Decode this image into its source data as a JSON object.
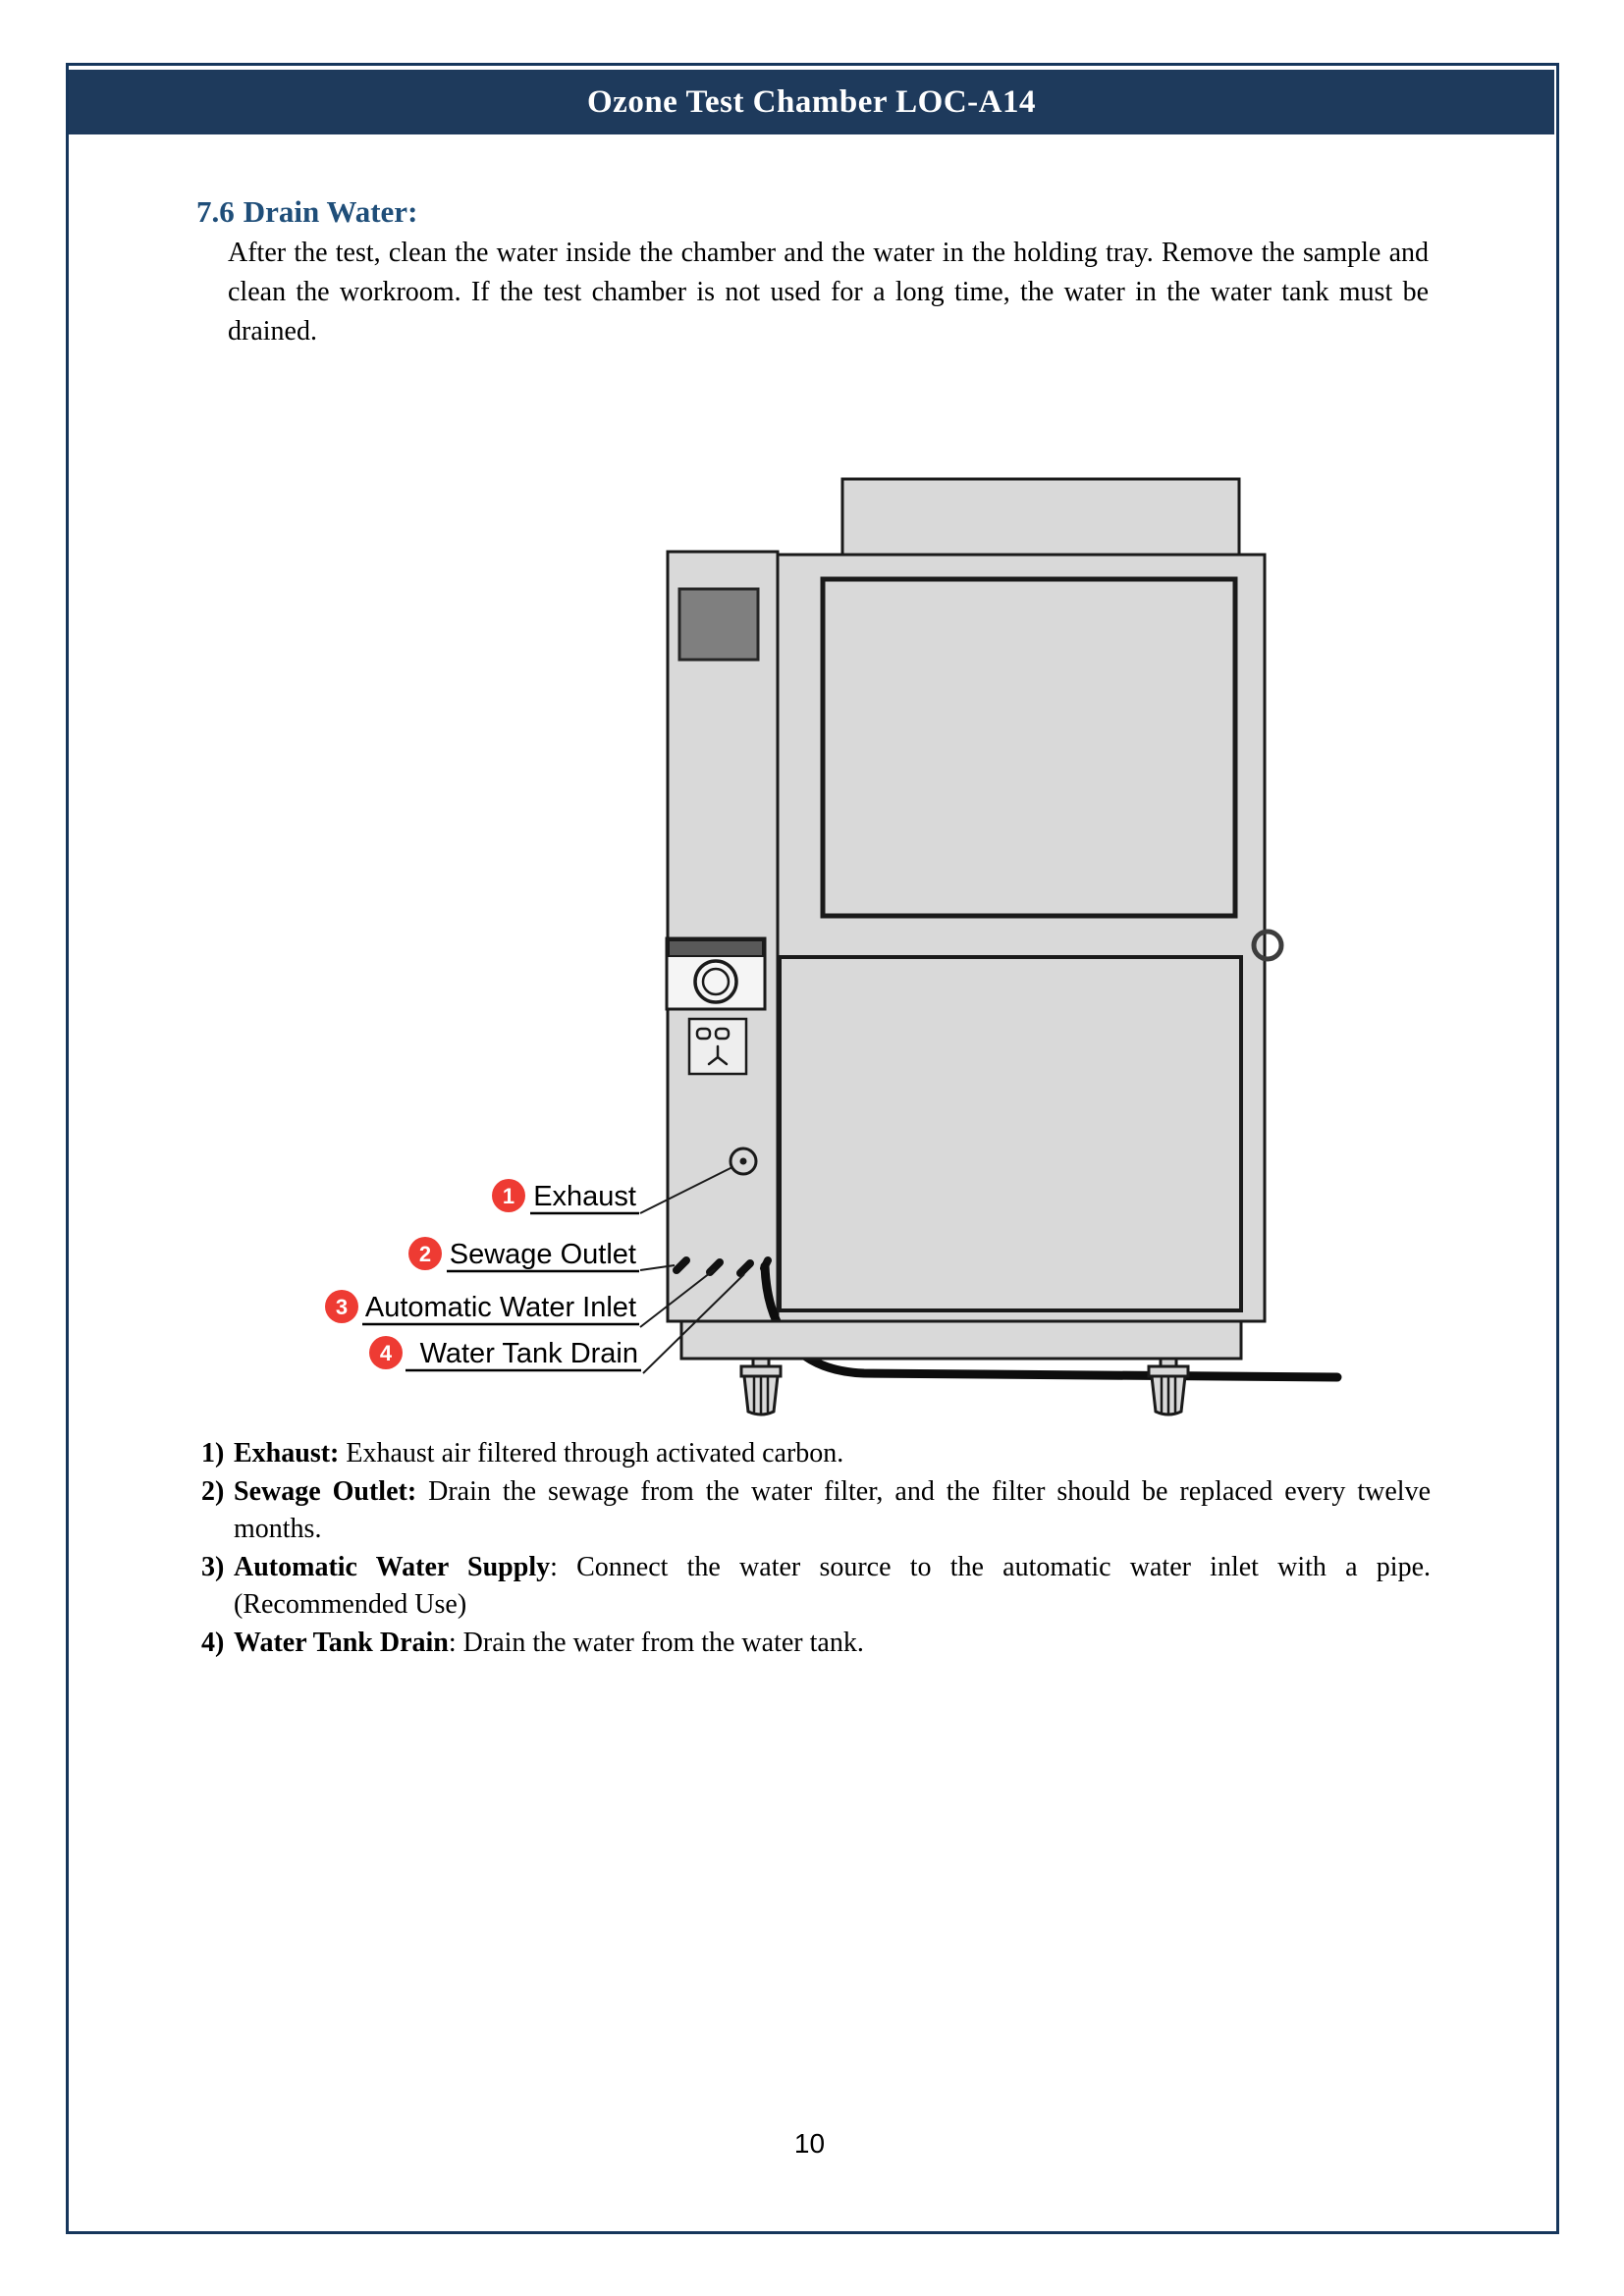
{
  "header": {
    "title": "Ozone Test Chamber LOC-A14"
  },
  "section": {
    "number": "7.6",
    "title": "Drain Water:"
  },
  "paragraph": "After the test, clean the water inside the chamber and the water in the holding tray. Remove the sample and clean the workroom. If the test chamber is not used for a long time, the water in the water tank must be drained.",
  "diagram": {
    "callouts": [
      {
        "num": "1",
        "label": "Exhaust"
      },
      {
        "num": "2",
        "label": "Sewage Outlet"
      },
      {
        "num": "3",
        "label": "Automatic Water Inlet"
      },
      {
        "num": "4",
        "label": "Water Tank Drain"
      }
    ],
    "colors": {
      "callout_red": "#ee3b33",
      "machine_fill": "#d9d9d9",
      "screen_fill": "#7f7f7f",
      "outline": "#1a1a1a"
    }
  },
  "list": {
    "items": [
      {
        "num": "1)",
        "bold": "Exhaust:",
        "rest": " Exhaust air filtered through activated carbon."
      },
      {
        "num": "2)",
        "bold": "Sewage Outlet:",
        "rest": " Drain the sewage from the water filter, and the filter should be replaced every twelve months."
      },
      {
        "num": "3)",
        "bold": "Automatic Water Supply",
        "rest": ": Connect the water source to the automatic water inlet with a pipe. (Recommended Use)"
      },
      {
        "num": "4)",
        "bold": "Water Tank Drain",
        "rest": ": Drain the water from the water tank."
      }
    ]
  },
  "footer": {
    "page_number": "10"
  },
  "colors": {
    "header_bar": "#1e3a5c",
    "border": "#16365c",
    "heading_blue": "#1f4e79"
  }
}
